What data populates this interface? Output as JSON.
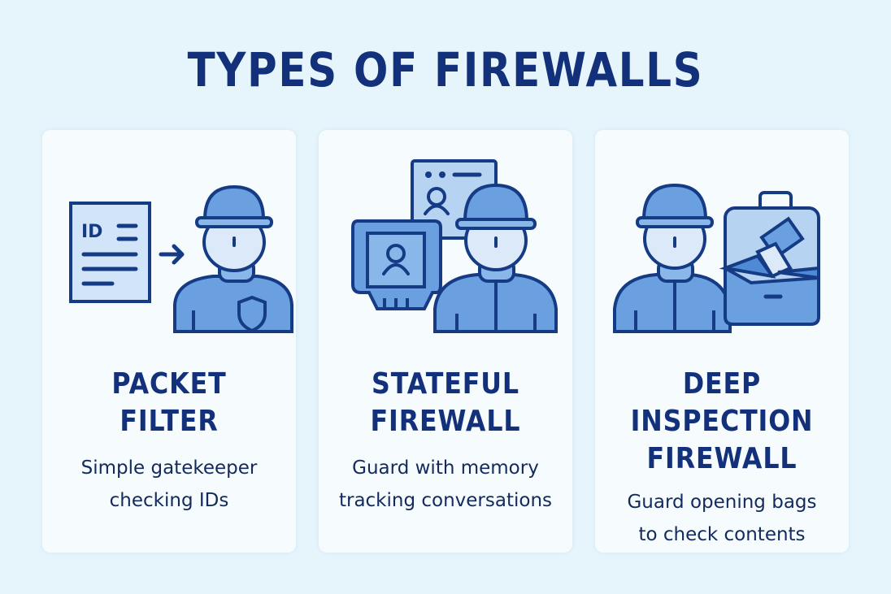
{
  "title": "TYPES OF FIREWALLS",
  "colors": {
    "background": "#e6f4fc",
    "card": "#f6fbfe",
    "heading": "#13307a",
    "outline": "#163b85",
    "fill_mid": "#6aa0e0",
    "fill_light": "#cfe3f8",
    "text": "#122a5c"
  },
  "cards": [
    {
      "name_lines": [
        "PACKET",
        "FILTER"
      ],
      "desc_lines": [
        "Simple gatekeeper",
        "checking IDs"
      ],
      "icons": [
        "id-document-icon",
        "arrow-right-icon",
        "guard-with-shield-icon"
      ],
      "id_label": "ID"
    },
    {
      "name_lines": [
        "STATEFUL",
        "FIREWALL"
      ],
      "desc_lines": [
        "Guard with memory",
        "tracking conversations"
      ],
      "icons": [
        "profile-card-icon",
        "memory-monitor-icon",
        "guard-icon"
      ]
    },
    {
      "name_lines": [
        "DEEP",
        "INSPECTION",
        "FIREWALL"
      ],
      "desc_lines": [
        "Guard opening bags",
        "to check contents"
      ],
      "icons": [
        "guard-icon",
        "open-bag-icon"
      ]
    }
  ]
}
